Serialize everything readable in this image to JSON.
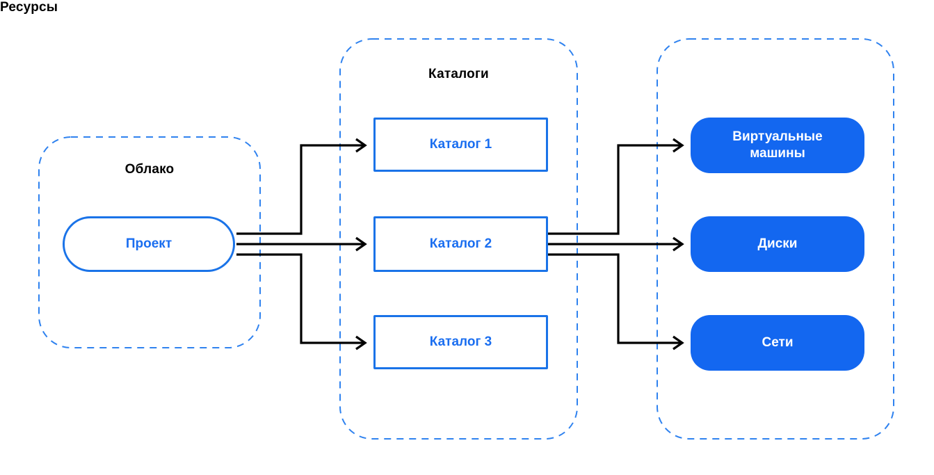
{
  "diagram": {
    "title_cloud": "Облако",
    "title_folders": "Каталоги",
    "title_resources": "Ресурсы",
    "groups": [
      {
        "id": "cloud",
        "label": "Облако"
      },
      {
        "id": "folders",
        "label": "Каталоги"
      },
      {
        "id": "resources",
        "label": "Ресурсы"
      }
    ],
    "nodes": {
      "project": "Проект",
      "folder_1": "Каталог 1",
      "folder_2": "Каталог 2",
      "folder_3": "Каталог 3",
      "resource_vm": "Виртуальные машины",
      "resource_disks": "Диски",
      "resource_networks": "Сети"
    },
    "node_lines": {
      "resource_vm_line1": "Виртуальные",
      "resource_vm_line2": "машины"
    },
    "edges": [
      {
        "from": "project",
        "to": "folder_1",
        "style": "orthogonal-arrow"
      },
      {
        "from": "project",
        "to": "folder_2",
        "style": "straight-arrow"
      },
      {
        "from": "project",
        "to": "folder_3",
        "style": "orthogonal-arrow"
      },
      {
        "from": "folder_2",
        "to": "resource_vm",
        "style": "orthogonal-arrow"
      },
      {
        "from": "folder_2",
        "to": "resource_disks",
        "style": "straight-arrow"
      },
      {
        "from": "folder_2",
        "to": "resource_networks",
        "style": "orthogonal-arrow"
      }
    ],
    "colors": {
      "group_border": "#2f82ef",
      "outline_blue": "#1a73e8",
      "text_blue": "#1a6ef0",
      "fill_blue": "#1367f0",
      "connector": "#000000",
      "title_text": "#000000",
      "background": "#ffffff"
    }
  }
}
